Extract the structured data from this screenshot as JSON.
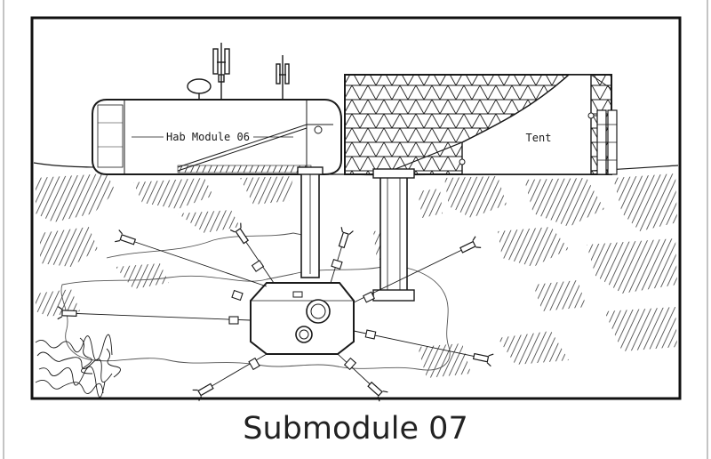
{
  "diagram": {
    "labels": {
      "hab_module": "Hab Module 06",
      "tent": "Tent"
    },
    "caption": "Submodule 07"
  },
  "colors": {
    "ink": "#1a1a1a",
    "paper": "#ffffff",
    "frame": "#111111"
  },
  "icons": [
    "antenna-icon",
    "satellite-dish-icon",
    "porthole-icon",
    "anchor-claw-icon"
  ]
}
